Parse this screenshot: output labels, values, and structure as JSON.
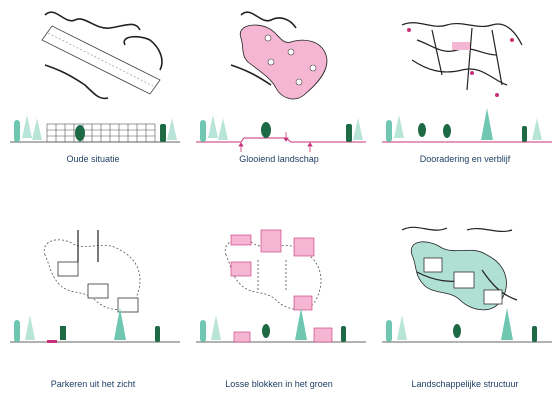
{
  "panels": [
    {
      "id": "oude",
      "caption": "Oude situatie"
    },
    {
      "id": "glooiend",
      "caption": "Glooiend landschap"
    },
    {
      "id": "dooradering",
      "caption": "Dooradering en verblijf"
    },
    {
      "id": "parkeren",
      "caption": "Parkeren uit het zicht"
    },
    {
      "id": "losse",
      "caption": "Losse blokken in het groen"
    },
    {
      "id": "structuur",
      "caption": "Landschappelijke structuur"
    }
  ],
  "colors": {
    "pink": "#ef9fc6",
    "pink_fill": "#f4b6d2",
    "magenta": "#c8317a",
    "teal": "#6fc7b1",
    "teal_light": "#b9e4d8",
    "dark_green": "#1d6a45",
    "navy": "#1f3f63",
    "gray": "#9b9b9b",
    "line": "#222222"
  }
}
